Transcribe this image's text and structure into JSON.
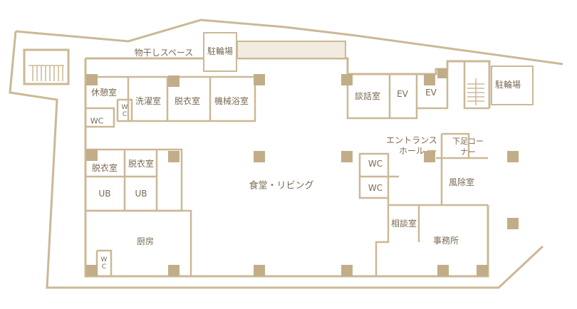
{
  "rooms": {
    "parking_top": "駐輪場",
    "drying_space": "物干しスペース",
    "break_room": "休憩室",
    "laundry": "洗濯室",
    "dressing_1": "脱衣室",
    "machine_bath": "機械浴室",
    "wc_small_1": "WC",
    "wc_left": "WC",
    "talk_room": "談話室",
    "ev_1": "EV",
    "ev_2": "EV",
    "parking_right": "駐輪場",
    "entrance_hall": "エントランスホール",
    "shoe_corner": "下足コーナー",
    "dressing_2": "脱衣室",
    "dressing_3": "脱衣室",
    "ub_1": "UB",
    "ub_2": "UB",
    "dining_living": "食堂・リビング",
    "wc_center_1": "WC",
    "wc_center_2": "WC",
    "wind_removal": "風除室",
    "consultation": "相談室",
    "office": "事務所",
    "kitchen": "厨房",
    "wc_small_2": "WC"
  },
  "colors": {
    "wall": "#cbb896",
    "column": "#c2ad89",
    "text": "#7a6a52",
    "corridor_fill": "#f1ebe0"
  }
}
